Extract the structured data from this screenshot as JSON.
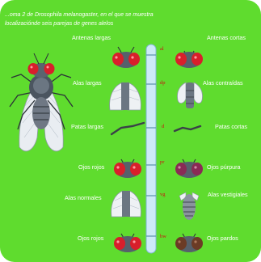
{
  "caption": {
    "line1": "...oma 2 de Drosophila melanogaster, en el que se muestra",
    "line2": "localizaciónde seis parejas de genes alelos"
  },
  "left_labels": [
    "Antenas largas",
    "Alas largas",
    "Patas largas",
    "Ojos rojos",
    "Alas normales",
    "Ojos rojos"
  ],
  "right_labels": [
    "Antenas cortas",
    "Alas contraídas",
    "Patas cortas",
    "Ojos púrpura",
    "Alas vestigiales",
    "Ojos pardos"
  ],
  "gene_symbols": [
    "al",
    "dp",
    "d",
    "pr",
    "vg",
    "bw"
  ],
  "colors": {
    "background": "#5fdc2e",
    "chromosome": "#cdeaf8",
    "gene_symbol": "#cc1111",
    "label": "#ffffff"
  }
}
